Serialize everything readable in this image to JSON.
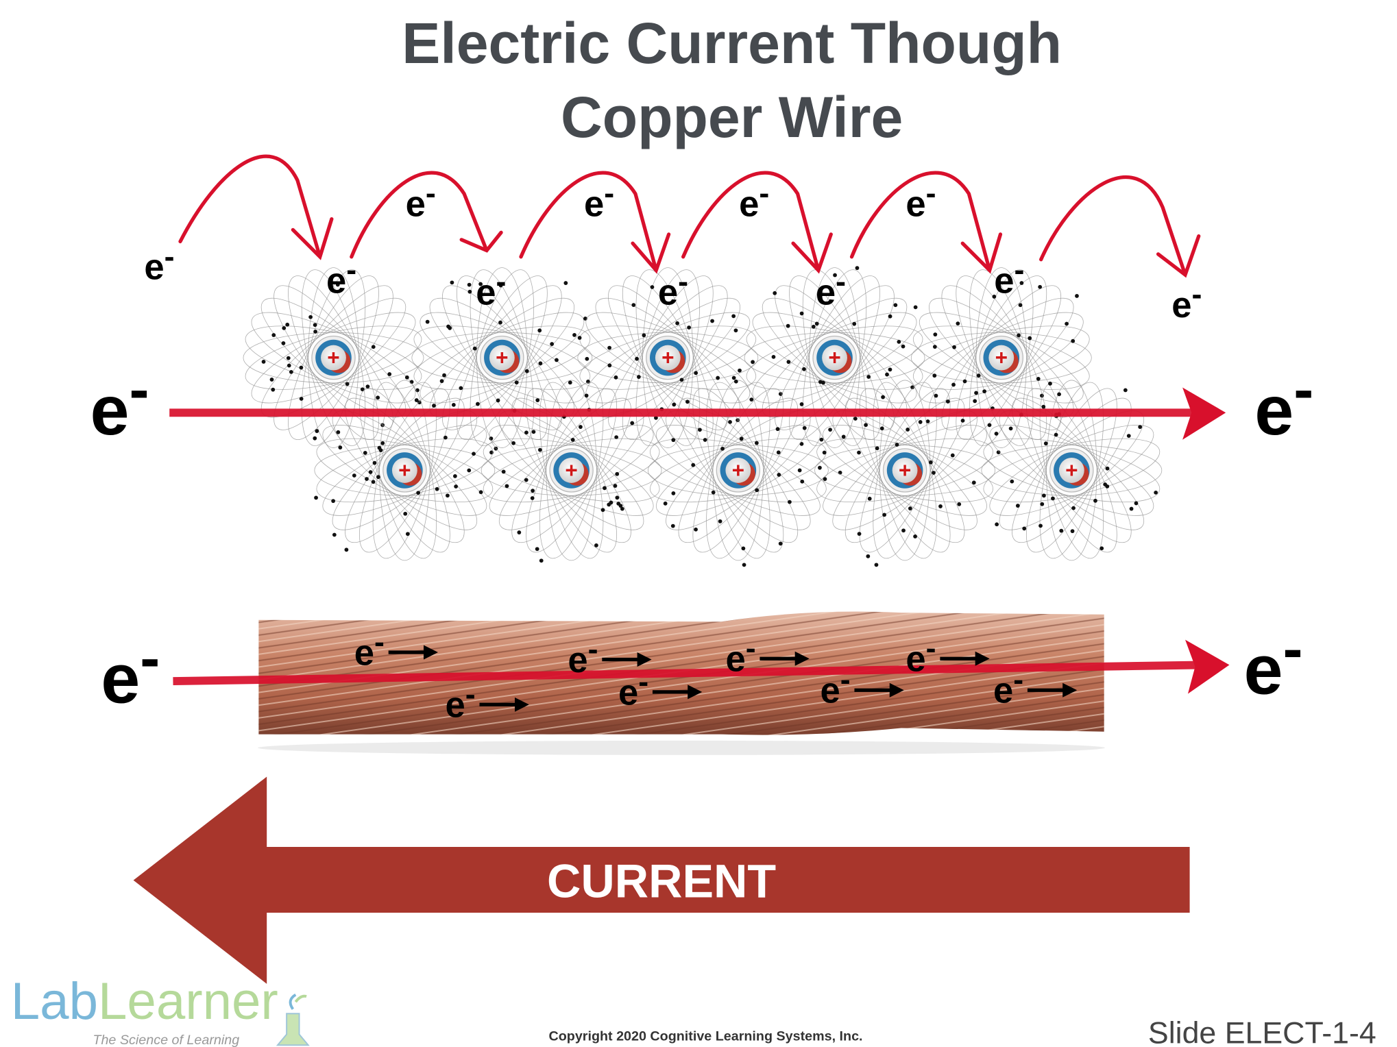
{
  "title": {
    "line1": "Electric Current Though",
    "line2": "Copper Wire"
  },
  "electron": {
    "symbol": "e",
    "charge": "-"
  },
  "nucleus": {
    "symbol": "+"
  },
  "current_label": "CURRENT",
  "footer": {
    "logo_lab": "Lab",
    "logo_learner": "Learner",
    "logo_tagline": "The Science of Learning",
    "copyright": "Copyright 2020 Cognitive Learning Systems, Inc.",
    "slide_id": "Slide ELECT-1-4"
  },
  "colors": {
    "title": "#464a4f",
    "red_arrow": "#d8102c",
    "current_arrow": "#a8362c",
    "copper": "#c9836a",
    "logo_blue": "#7ab7d9",
    "logo_green": "#b5d99a"
  }
}
